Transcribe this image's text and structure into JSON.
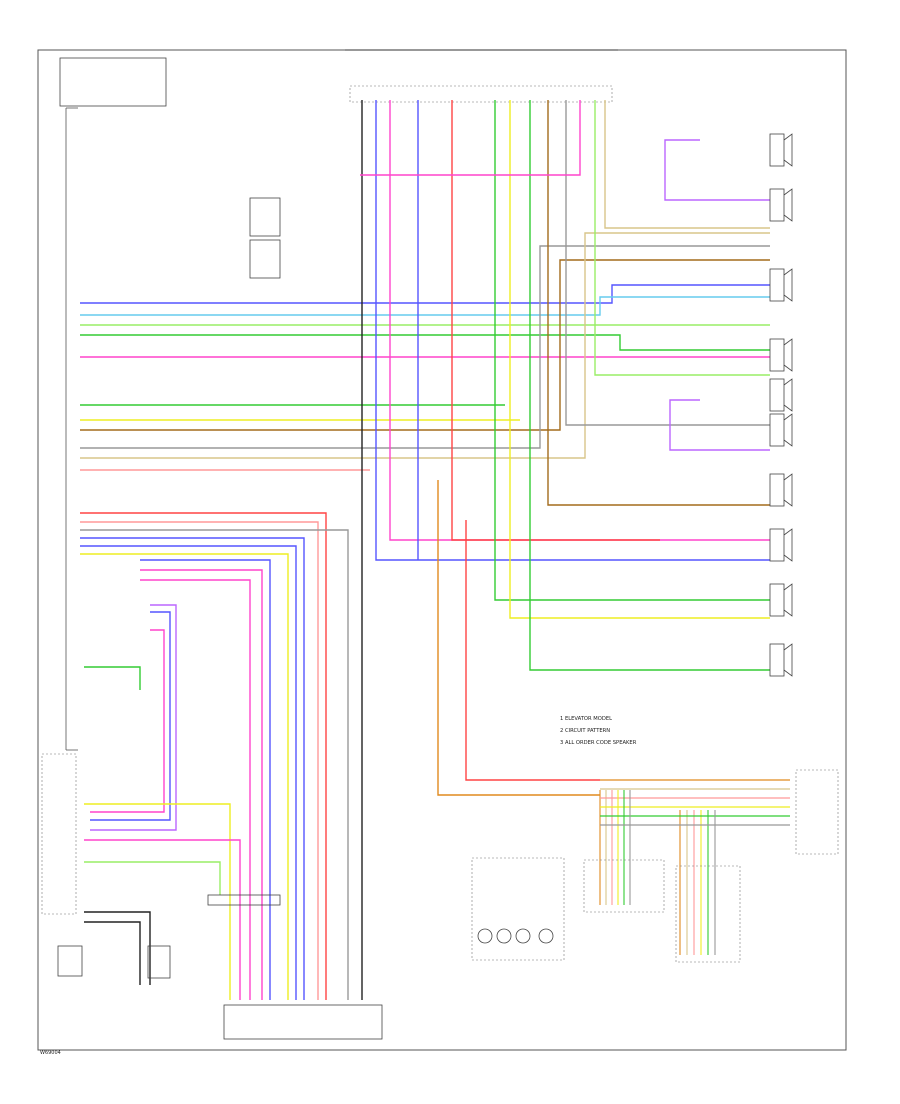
{
  "wire_colors": {
    "blu": "#5555ff",
    "grn": "#33cc33",
    "lgrn": "#99ee66",
    "pnk": "#ff44cc",
    "orn": "#e08a1e",
    "yel": "#eeee22",
    "red": "#ff4444",
    "lred": "#ff9999",
    "brn": "#a36b1c",
    "gry": "#999999",
    "lblu": "#66ccee",
    "vio": "#bb66ff",
    "wht": "#dddddd",
    "blk": "#222222",
    "tan": "#d8c58a"
  },
  "notes": [
    "1  ELEVATOR MODEL",
    "2  CIRCUIT PATTERN",
    "3  ALL ORDER CODE SPEAKER"
  ],
  "footer_code": "W69004"
}
